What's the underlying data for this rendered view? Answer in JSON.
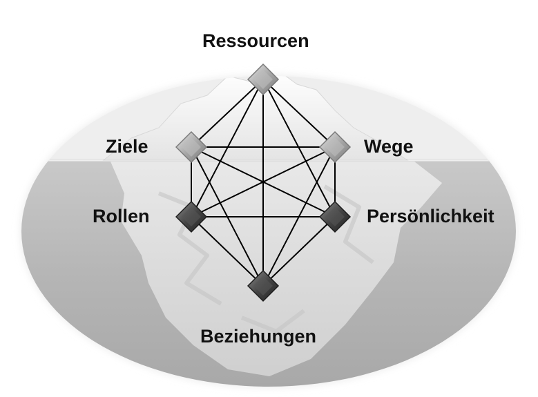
{
  "diagram": {
    "background": "iceberg",
    "colors": {
      "above_water_node": "#b0b0b0",
      "below_water_node": "#4a4a4a",
      "edge": "#000000"
    },
    "nodes": [
      {
        "id": "ressourcen",
        "label": "Ressourcen",
        "zone": "above-water"
      },
      {
        "id": "wege",
        "label": "Wege",
        "zone": "above-water"
      },
      {
        "id": "persoenlichkeit",
        "label": "Persönlichkeit",
        "zone": "below-water"
      },
      {
        "id": "beziehungen",
        "label": "Beziehungen",
        "zone": "below-water"
      },
      {
        "id": "rollen",
        "label": "Rollen",
        "zone": "below-water"
      },
      {
        "id": "ziele",
        "label": "Ziele",
        "zone": "above-water"
      }
    ],
    "edges": [
      [
        "ressourcen",
        "wege"
      ],
      [
        "ressourcen",
        "persoenlichkeit"
      ],
      [
        "ressourcen",
        "beziehungen"
      ],
      [
        "ressourcen",
        "rollen"
      ],
      [
        "ressourcen",
        "ziele"
      ],
      [
        "wege",
        "persoenlichkeit"
      ],
      [
        "wege",
        "beziehungen"
      ],
      [
        "wege",
        "rollen"
      ],
      [
        "wege",
        "ziele"
      ],
      [
        "persoenlichkeit",
        "beziehungen"
      ],
      [
        "persoenlichkeit",
        "rollen"
      ],
      [
        "persoenlichkeit",
        "ziele"
      ],
      [
        "beziehungen",
        "rollen"
      ],
      [
        "beziehungen",
        "ziele"
      ],
      [
        "rollen",
        "ziele"
      ]
    ]
  }
}
